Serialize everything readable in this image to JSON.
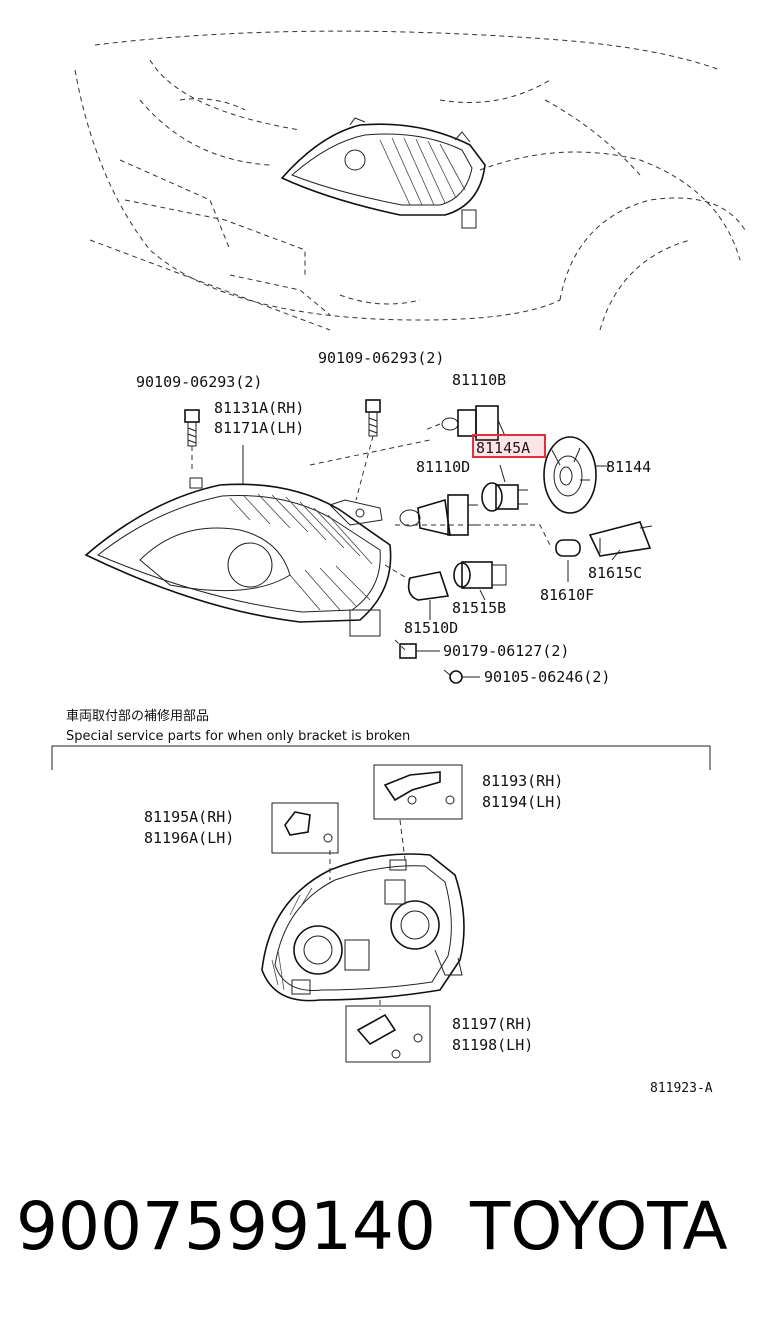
{
  "labels": {
    "bolt_left": "90109-06293(2)",
    "bolt_right": "90109-06293(2)",
    "lamp_unit_rh": "81131A(RH)",
    "lamp_unit_lh": "81171A(LH)",
    "bulb_b": "81110B",
    "socket_a": "81145A",
    "bulb_d": "81110D",
    "cover": "81144",
    "socket_c": "81615C",
    "bulb_f": "81610F",
    "socket_b": "81515B",
    "bulb_510d": "81510D",
    "clip": "90179-06127(2)",
    "screw": "90105-06246(2)",
    "note_jp": "車両取付部の補修用部品",
    "note_en": "Special service parts for when only bracket is broken",
    "bracket_193_rh": "81193(RH)",
    "bracket_194_lh": "81194(LH)",
    "bracket_195a_rh": "81195A(RH)",
    "bracket_196a_lh": "81196A(LH)",
    "bracket_197_rh": "81197(RH)",
    "bracket_198_lh": "81198(LH)",
    "figure_code": "811923-A"
  },
  "highlight": {
    "target": "81145A",
    "color": "#e0303a"
  },
  "footer": {
    "part_number": "9007599140",
    "brand": "TOYOTA"
  }
}
